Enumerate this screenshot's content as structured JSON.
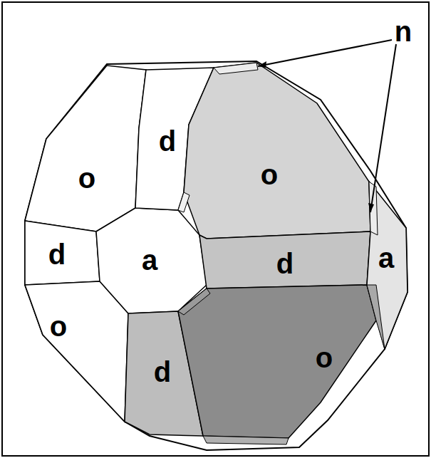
{
  "diagram": {
    "labels": [
      "n",
      "d",
      "o",
      "o",
      "d",
      "a",
      "d",
      "a",
      "o",
      "d",
      "o"
    ]
  }
}
